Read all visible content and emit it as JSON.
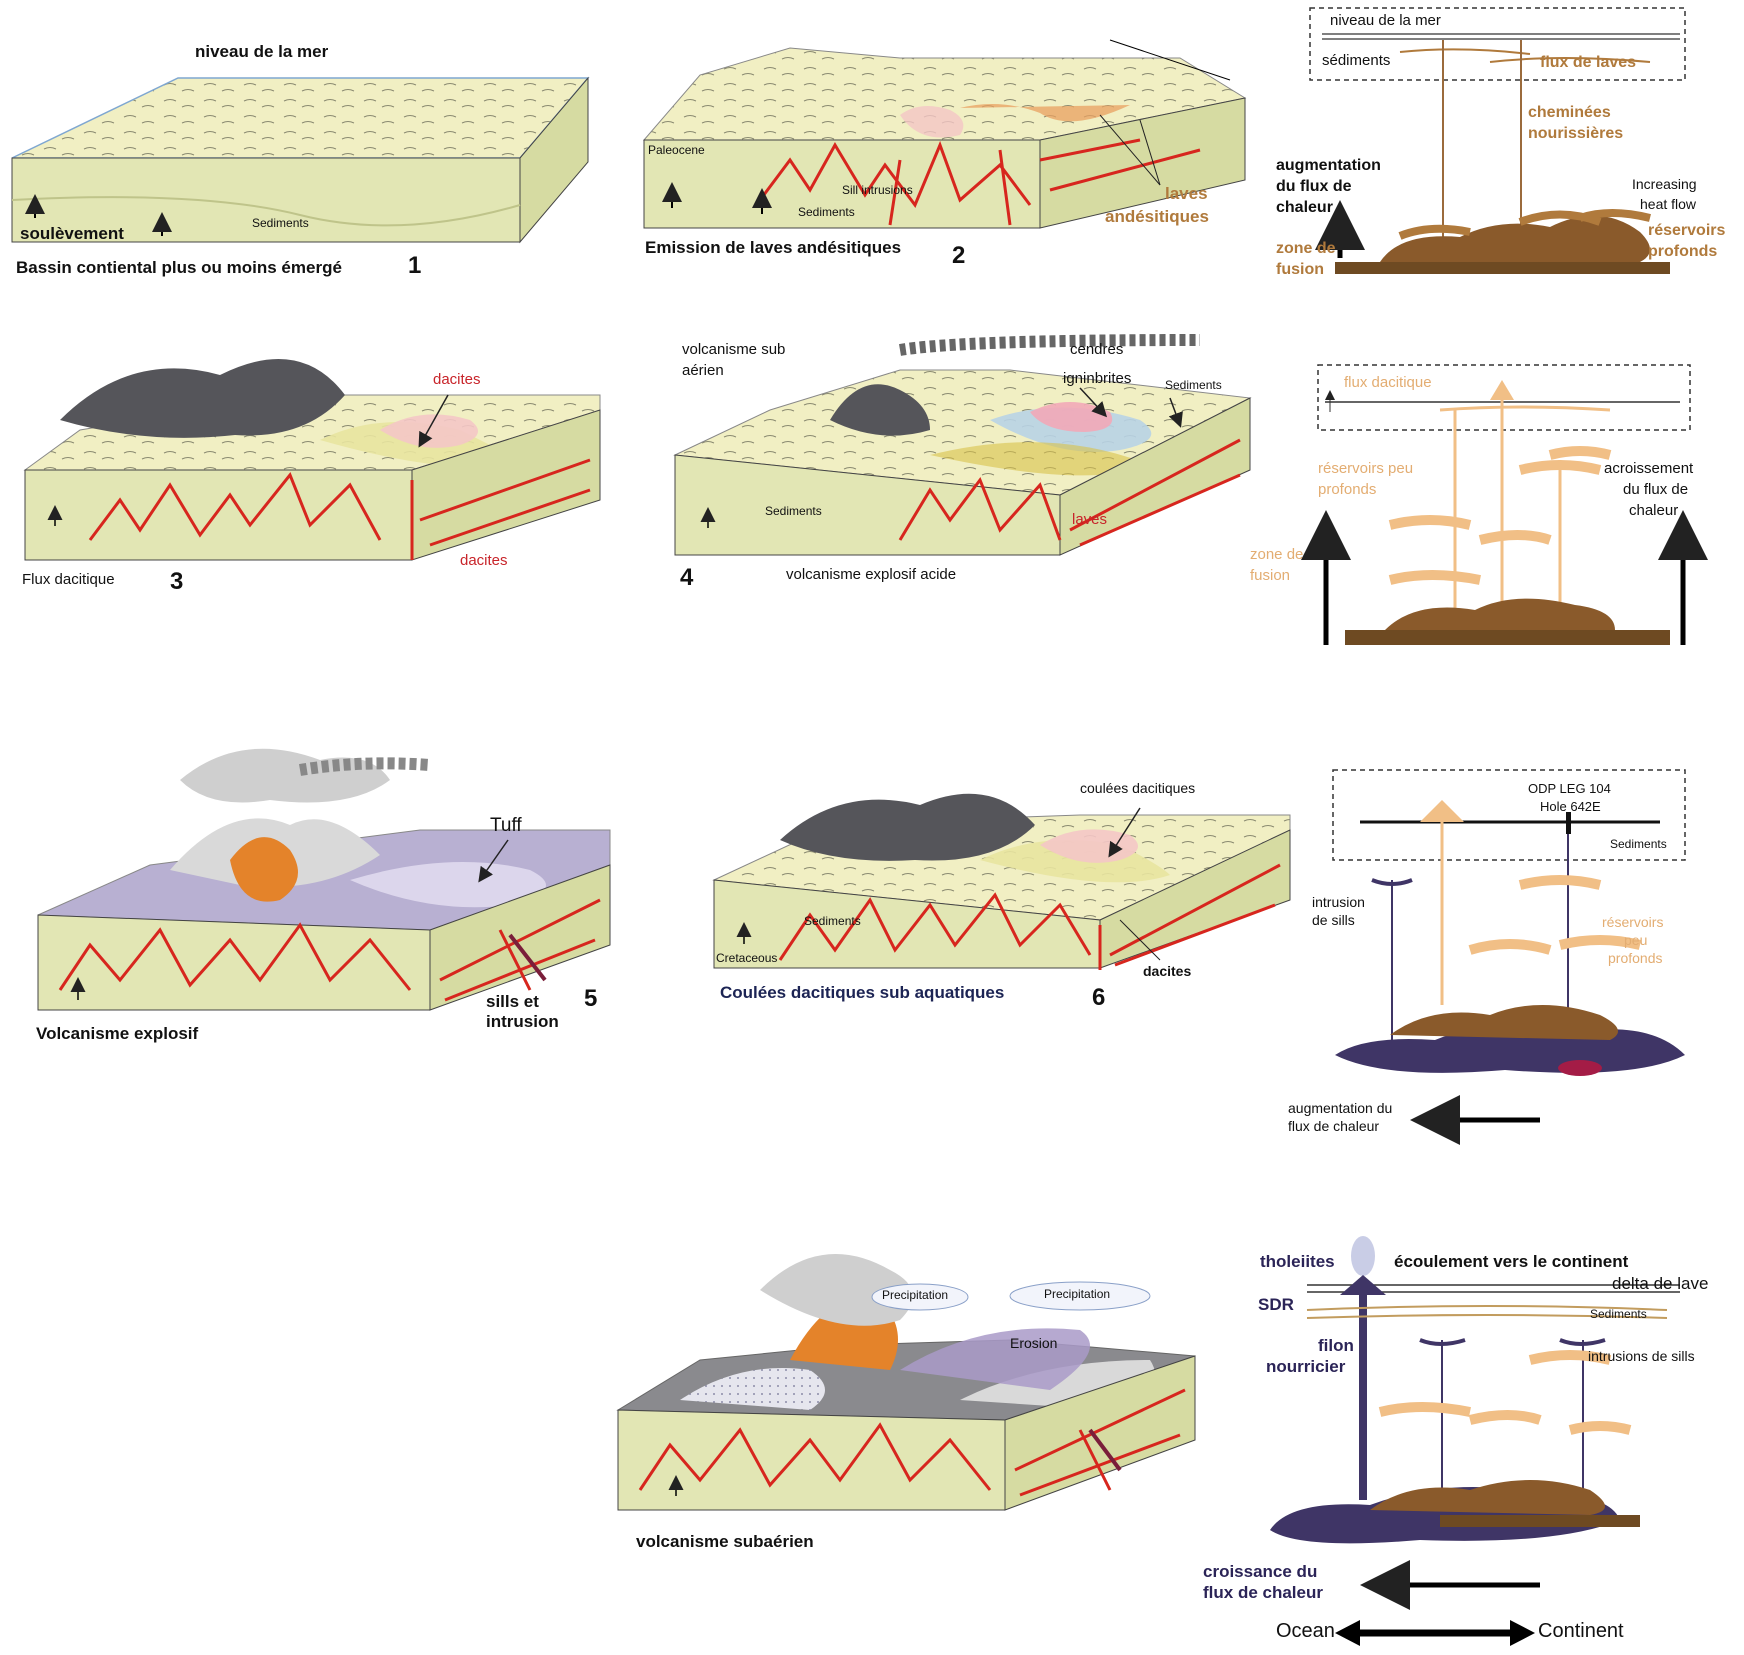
{
  "palette": {
    "sediment": "#f1efc3",
    "sediment_side": "#e2e6b4",
    "dyke_red": "#d7261e",
    "lava_grey": "#55555a",
    "ash_grey": "#b9b9b9",
    "orange": "#e4832a",
    "purple_tuff": "#a99ac8",
    "plume_brown": "#9b6b3c",
    "peach": "#f1bf86",
    "tholeiite_navy": "#3f3566"
  },
  "panels": {
    "p1": {
      "number": "1",
      "top_label": "niveau de la mer",
      "uplift": "soulèvement",
      "sediments": "Sediments",
      "caption": "Bassin contiental plus ou moins émergé"
    },
    "p2": {
      "number": "2",
      "paleocene": "Paleocene",
      "sill": "Sill intrusions",
      "sediments": "Sediments",
      "laves_1": "laves",
      "laves_2": "andésitiques",
      "caption": "Emission de laves andésitiques"
    },
    "p3": {
      "number": "3",
      "dacites_top": "dacites",
      "dacites_bottom": "dacites",
      "caption": "Flux dacitique"
    },
    "p4": {
      "number": "4",
      "sub_1": "volcanisme sub",
      "sub_2": "aérien",
      "cendres": "cendres",
      "ignimbrites": "igninbrites",
      "sediments_top": "Sediments",
      "sediments": "Sediments",
      "laves": "laves",
      "caption": "volcanisme explosif acide"
    },
    "p5": {
      "number": "5",
      "tuff": "Tuff",
      "sills_1": "sills et",
      "sills_2": "intrusion",
      "caption": "Volcanisme explosif"
    },
    "p6": {
      "number": "6",
      "coulees": "coulées dacitiques",
      "sediments": "Sediments",
      "cretaceous": "Cretaceous",
      "dacites": "dacites",
      "caption": "Coulées dacitiques sub aquatiques"
    },
    "p7": {
      "precip_1": "Precipitation",
      "precip_2": "Precipitation",
      "erosion": "Erosion",
      "caption": "volcanisme subaérien"
    }
  },
  "schematics": {
    "s1": {
      "sea_level": "niveau de la mer",
      "sediments": "sédiments",
      "lava_flux": "flux de laves",
      "chimneys_1": "cheminées",
      "chimneys_2": "nourissières",
      "heat_1": "augmentation",
      "heat_2": "du flux de",
      "heat_3": "chaleur",
      "increasing_1": "Increasing",
      "increasing_2": "heat flow",
      "fusion_1": "zone de",
      "fusion_2": "fusion",
      "deep_1": "réservoirs",
      "deep_2": "profonds"
    },
    "s2": {
      "flux": "flux dacitique",
      "shallow_1": "réservoirs peu",
      "shallow_2": "profonds",
      "fusion_1": "zone de",
      "fusion_2": "fusion",
      "acc_1": "acroissement",
      "acc_2": "du flux de",
      "acc_3": "chaleur"
    },
    "s3": {
      "odp_1": "ODP LEG 104",
      "odp_2": "Hole 642E",
      "sediments": "Sediments",
      "sills_1": "intrusion",
      "sills_2": "de sills",
      "shallow_1": "réservoirs",
      "shallow_2": "peu",
      "shallow_3": "profonds",
      "heat_1": "augmentation du",
      "heat_2": "flux de chaleur"
    },
    "s4": {
      "tholeiites": "tholeiites",
      "flow": "écoulement vers le continent",
      "delta": "delta de lave",
      "sdr": "SDR",
      "sediments": "Sediments",
      "feeder_1": "filon",
      "feeder_2": "nourricier",
      "sills": "intrusions de sills",
      "growth_1": "croissance du",
      "growth_2": "flux de chaleur",
      "ocean": "Ocean",
      "continent": "Continent"
    }
  }
}
